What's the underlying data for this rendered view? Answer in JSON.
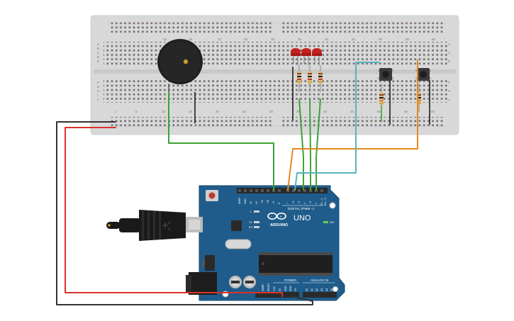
{
  "breadboard": {
    "row_labels_top": [
      "A",
      "B",
      "C",
      "D",
      "E"
    ],
    "row_labels_bottom": [
      "F",
      "G",
      "H",
      "I",
      "J"
    ],
    "col_numbers_top": [
      "10",
      "15",
      "20",
      "25",
      "30",
      "35",
      "40",
      "45",
      "50",
      "55",
      "60"
    ],
    "col_numbers_bottom": [
      "1",
      "5",
      "10",
      "15",
      "20",
      "25",
      "30",
      "35",
      "40",
      "45",
      "50",
      "55",
      "60"
    ]
  },
  "arduino": {
    "brand": "ARDUINO",
    "model": "UNO",
    "digital_label": "DIGITAL (PWM ~)",
    "power_label": "POWER",
    "analog_label": "ANALOG IN",
    "on_label": "ON",
    "led_labels": [
      "L",
      "TX",
      "RX"
    ],
    "top_pins": [
      "AREF",
      "GND",
      "13",
      "12",
      "~11",
      "~10",
      "~9",
      "8",
      "7",
      "~6",
      "~5",
      "4",
      "~3",
      "2",
      "TX→1",
      "RX←0"
    ],
    "power_pins": [
      "IOREF",
      "RESET",
      "3.3V",
      "5V",
      "GND",
      "GND",
      "Vin"
    ],
    "analog_pins": [
      "A0",
      "A1",
      "A2",
      "A3",
      "A4",
      "A5"
    ]
  },
  "colors": {
    "board_blue": "#1f5c8b",
    "wire_red": "#d9322a",
    "wire_black": "#333333",
    "wire_green": "#3ea33a",
    "wire_orange": "#e08a1e",
    "wire_cyan": "#59b3bf",
    "led_red": "#c4211f"
  }
}
